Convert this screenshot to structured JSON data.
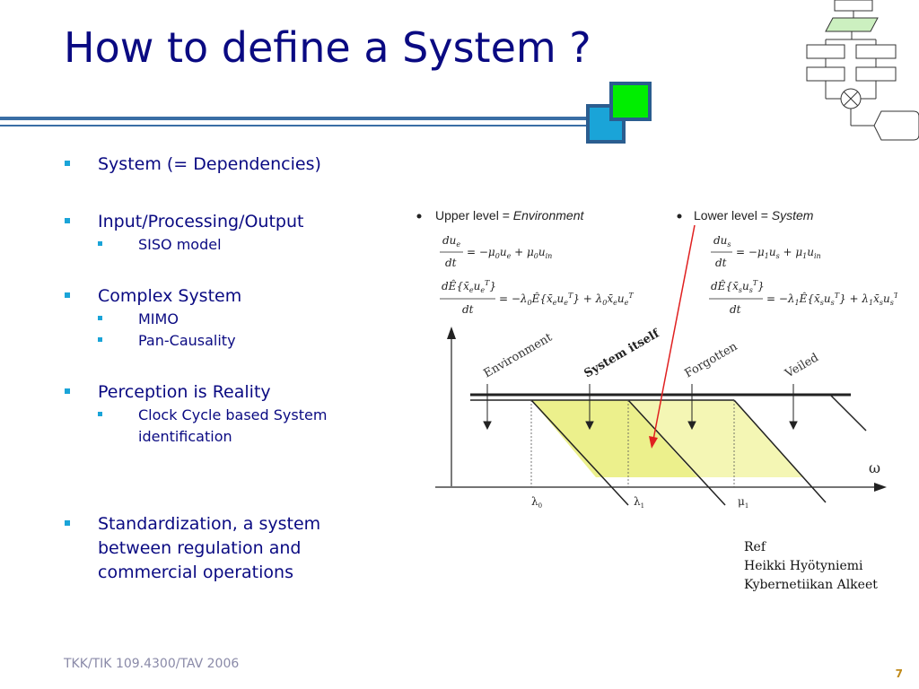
{
  "slide": {
    "title": "How to define a System ?",
    "footer": "TKK/TIK 109.4300/TAV 2006",
    "page_number": "7"
  },
  "bullets": [
    {
      "text": "System (= Dependencies)",
      "sub": []
    },
    {
      "text": "Input/Processing/Output",
      "sub": [
        "SISO model"
      ]
    },
    {
      "text": "Complex System",
      "sub": [
        "MIMO",
        "Pan-Causality"
      ]
    },
    {
      "text": "Perception is Reality",
      "sub": [
        "Clock Cycle based System identification"
      ]
    },
    {
      "text": "Standardization, a system between regulation and commercial operations",
      "sub": []
    }
  ],
  "figure": {
    "upper_prefix": "Upper level = ",
    "upper_value": "Environment",
    "lower_prefix": "Lower level = ",
    "lower_value": "System",
    "region_labels": {
      "environment": "Environment",
      "system_itself": "System itself",
      "forgotten": "Forgotten",
      "veiled": "Veiled"
    },
    "axis_symbol": "ω",
    "tick_lambda0": "λ",
    "tick_lambda0_sub": "0",
    "tick_lambda1": "λ",
    "tick_lambda1_sub": "1",
    "tick_mu1": "μ",
    "tick_mu1_sub": "1",
    "colors": {
      "shade_system": "#ecf08c",
      "shade_forgotten": "#f4f6b4",
      "arrow": "#e02020"
    }
  },
  "reference": {
    "label": "Ref",
    "author": "Heikki Hyötyniemi",
    "work": "Kybernetiikan Alkeet"
  }
}
